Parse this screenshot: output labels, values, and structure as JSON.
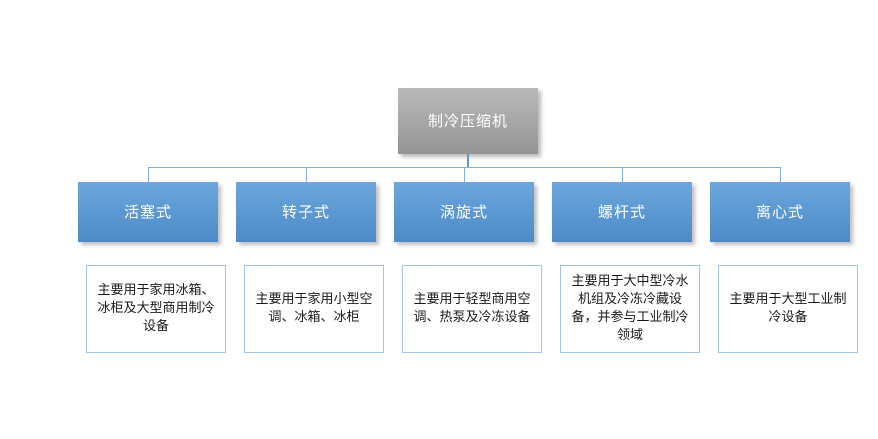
{
  "diagram": {
    "type": "organization-chart",
    "title": "制冷压缩机",
    "root": {
      "label": "制冷压缩机",
      "fill_color": "#a9a9a9",
      "text_color": "#ffffff"
    },
    "connector_color": "#7fb0e0",
    "node_fill_color": "#5f9bd4",
    "desc_border_color": "#a3c6e8",
    "nodes": [
      {
        "label": "活塞式",
        "description": "主要用于家用冰箱、冰柜及大型商用制冷设备"
      },
      {
        "label": "转子式",
        "description": "主要用于家用小型空调、冰箱、冰柜"
      },
      {
        "label": "涡旋式",
        "description": "主要用于轻型商用空调、热泵及冷冻设备"
      },
      {
        "label": "螺杆式",
        "description": "主要用于大中型冷水机组及冷冻冷藏设备，并参与工业制冷领域"
      },
      {
        "label": "离心式",
        "description": "主要用于大型工业制冷设备"
      }
    ]
  }
}
